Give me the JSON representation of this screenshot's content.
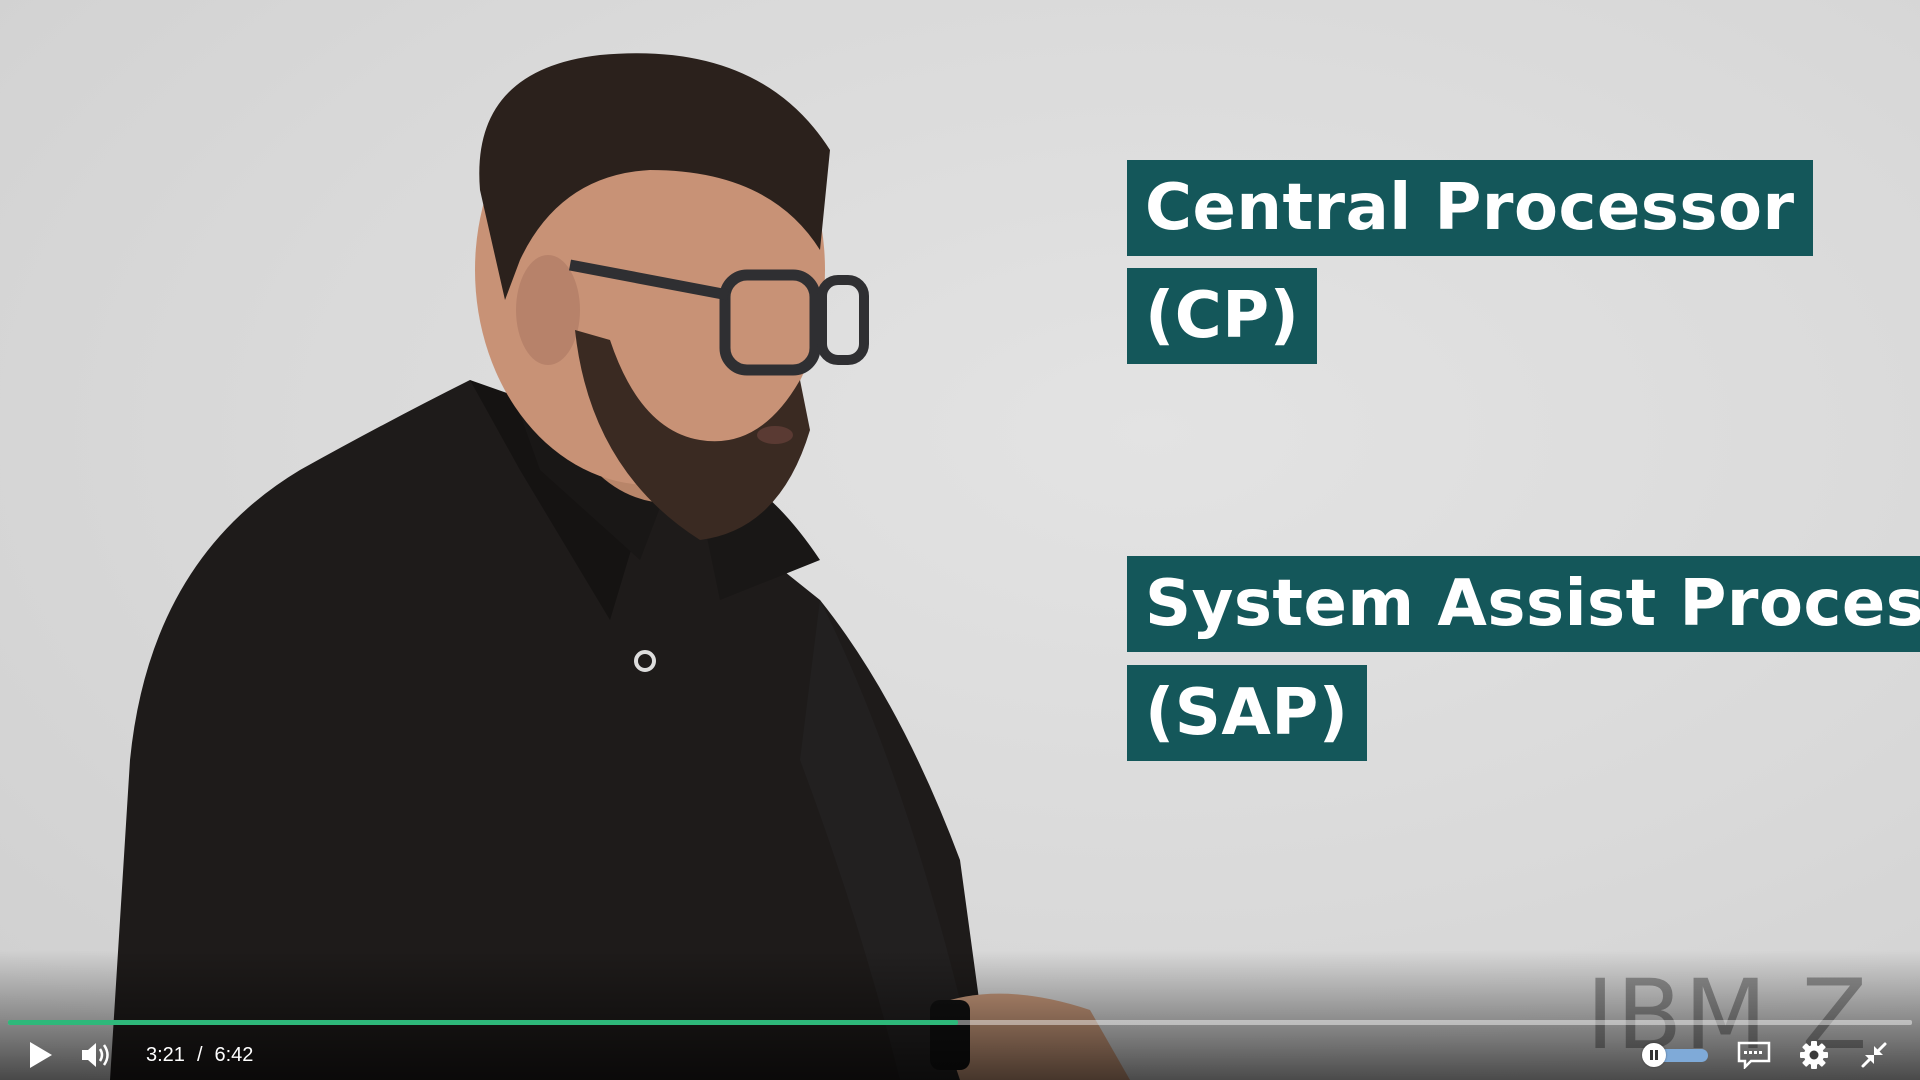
{
  "video": {
    "overlay_labels": [
      "Central Processor",
      "(CP)",
      "System Assist Processor",
      "(SAP)"
    ],
    "watermark_text": "IBM Z",
    "label_color": "#14575a"
  },
  "controls": {
    "current_time": "3:21",
    "separator": "/",
    "duration": "6:42",
    "progress_fraction": 0.4988,
    "progress_color": "#2eb87a",
    "icons": {
      "play": "play-icon",
      "volume": "volume-icon",
      "pause_toggle": "pause-icon",
      "captions": "captions-icon",
      "settings": "gear-icon",
      "exit_fullscreen": "exit-fullscreen-icon"
    }
  }
}
